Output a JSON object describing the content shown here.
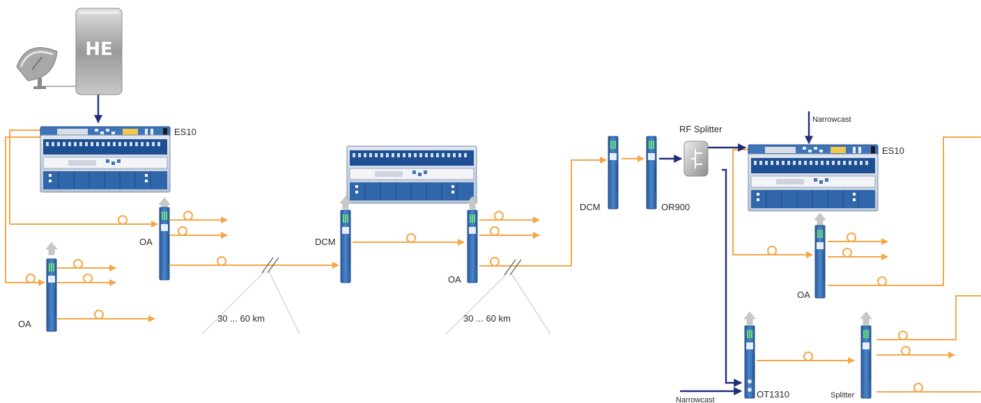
{
  "colors": {
    "optical_fiber": "#f7a646",
    "rf_link": "#1f2f7a",
    "module_blue": "#3f74b8",
    "module_dark": "#2a5896",
    "he_gray": "#b8b8b8"
  },
  "icons": {
    "satellite": "satellite-dish-icon",
    "headend": "headend-cabinet-icon",
    "splitter": "rf-splitter-icon",
    "fiber_coil": "fiber-loop-icon"
  },
  "labels": {
    "he": "HE",
    "es10_left": "ES10",
    "es10_right": "ES10",
    "oa_left_upper": "OA",
    "oa_left_lower": "OA",
    "dcm_middle": "DCM",
    "oa_middle": "OA",
    "distance_1": "30 ... 60 km",
    "distance_2": "30 ... 60 km",
    "dcm_right": "DCM",
    "or900": "OR900",
    "rf_splitter": "RF Splitter",
    "narrowcast_top": "Narrowcast",
    "oa_right": "OA",
    "narrowcast_bottom": "Narrowcast",
    "ot1310": "OT1310",
    "splitter": "Splitter"
  }
}
